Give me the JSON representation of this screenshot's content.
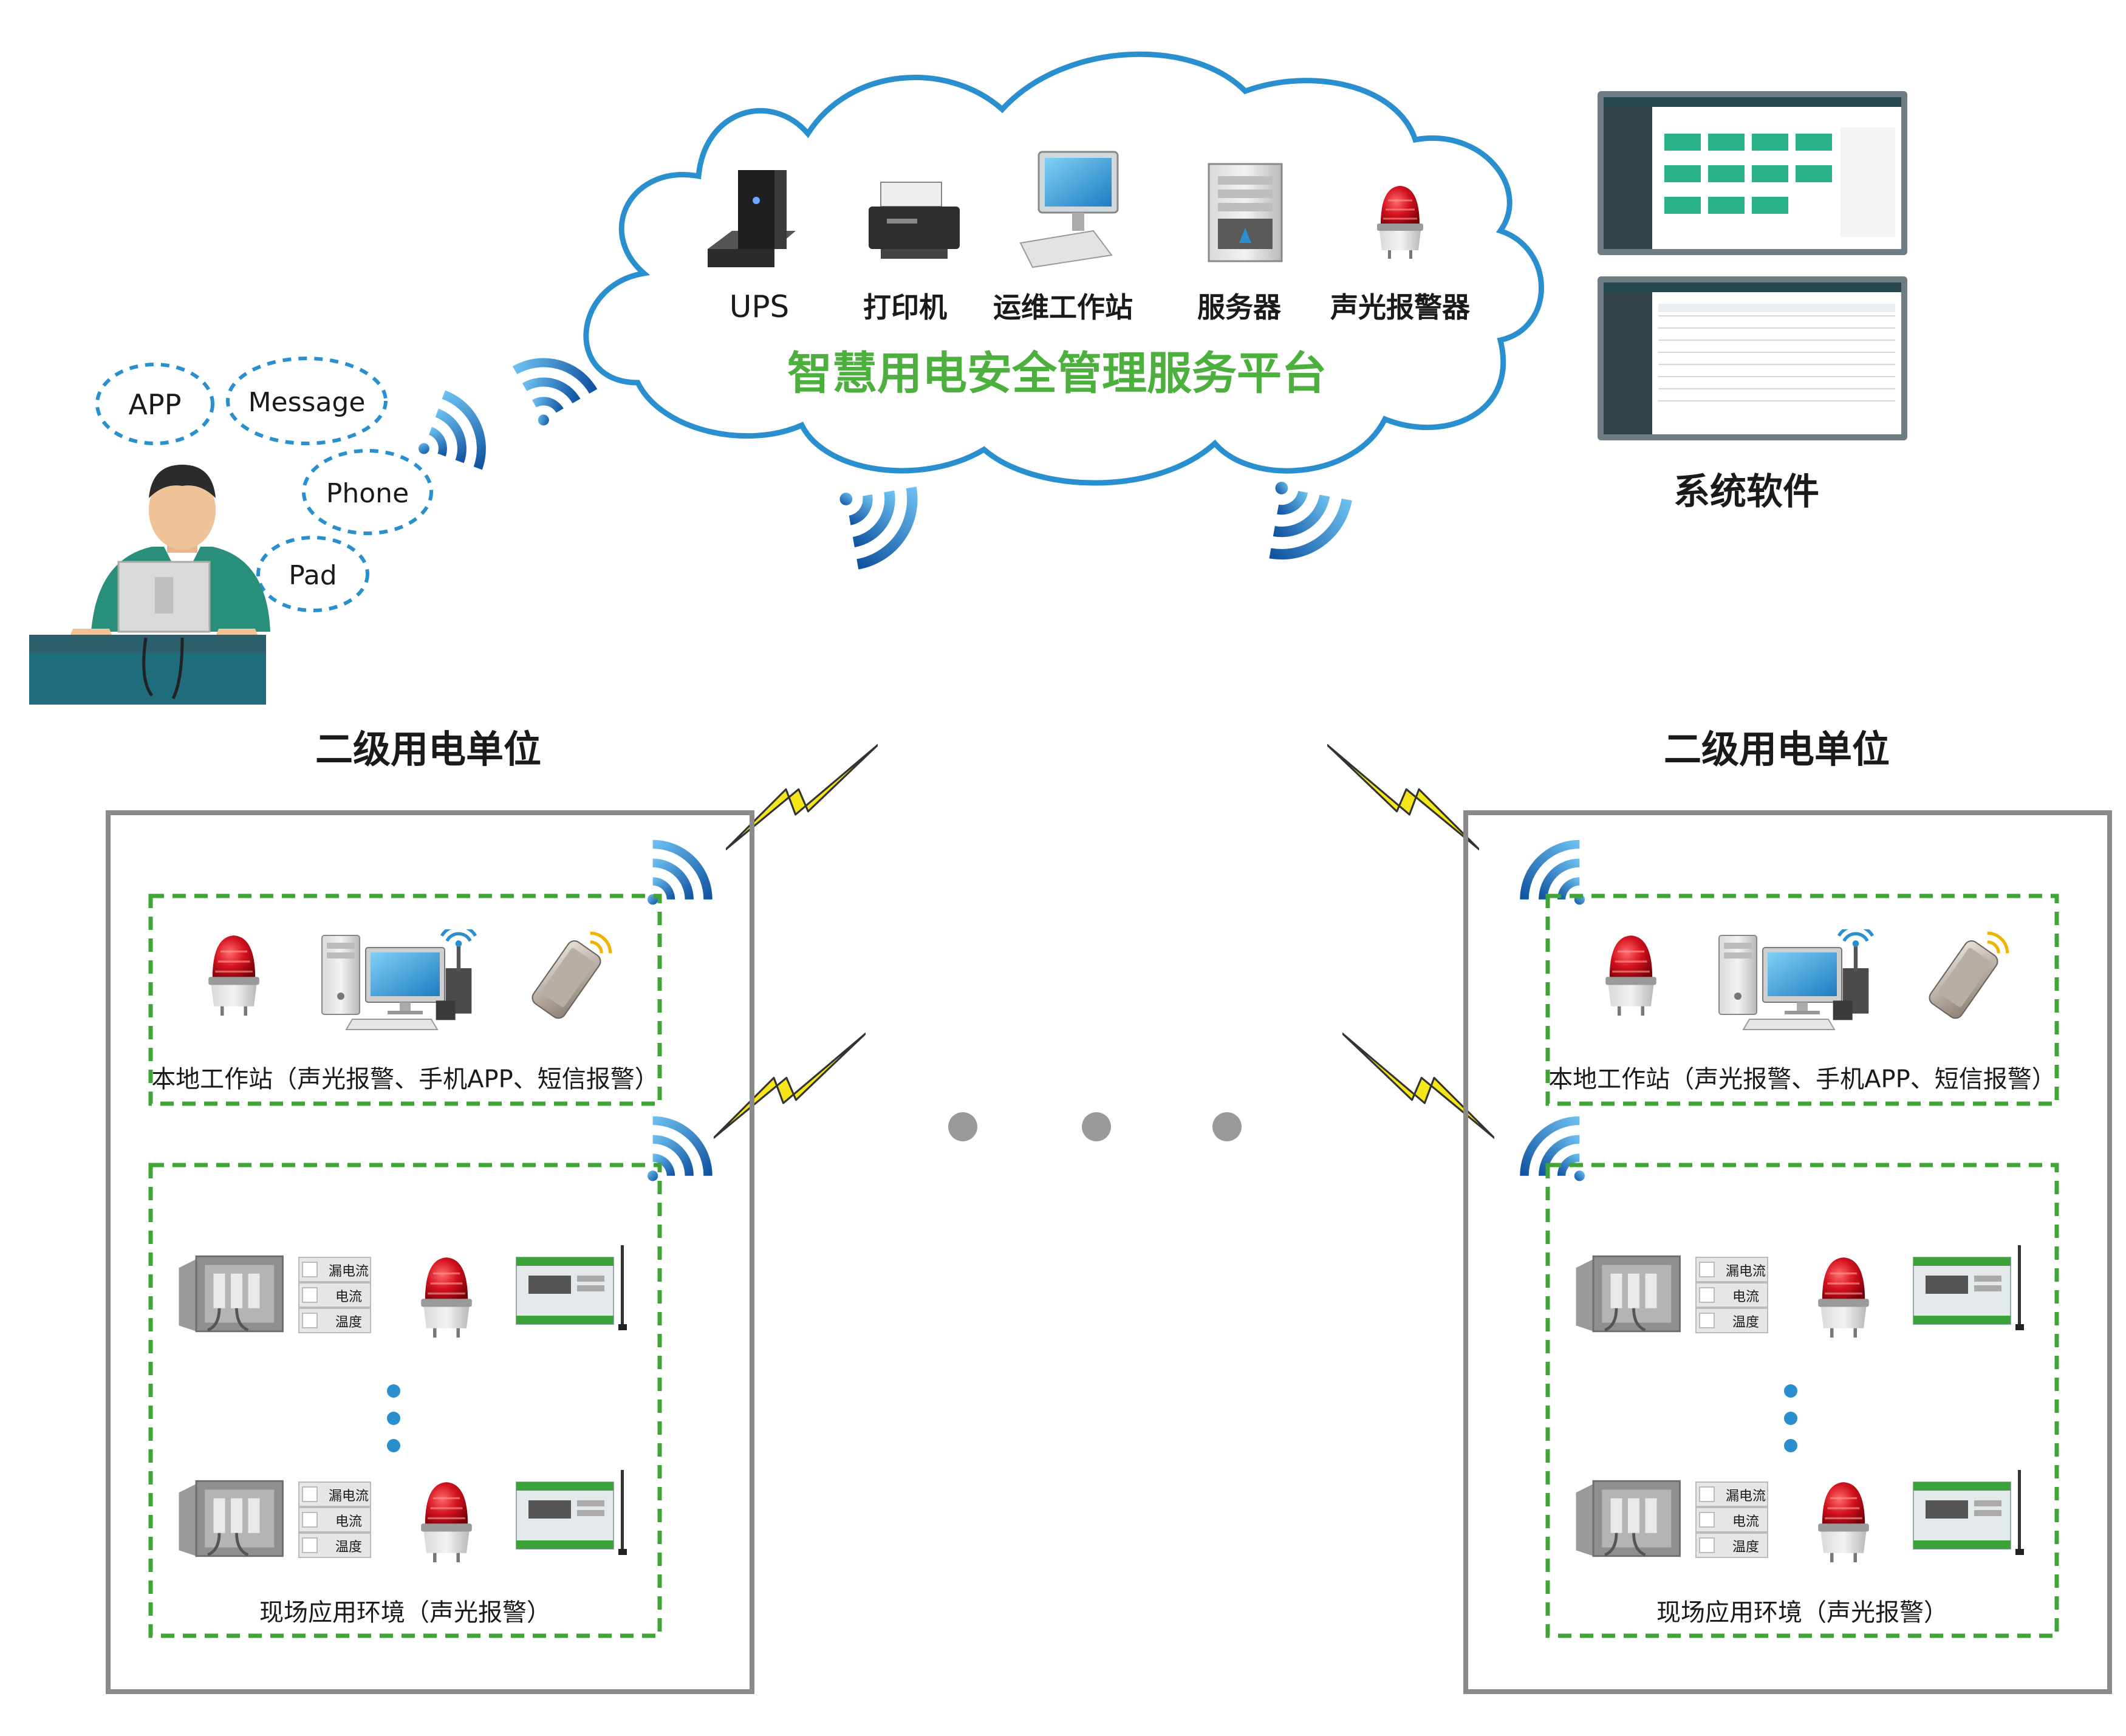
{
  "colors": {
    "cloud_stroke": "#2a8fcf",
    "platform_title": "#4db03e",
    "wifi": "#1d6fc0",
    "bolt": "#f5e61a",
    "dashed_box": "#3fa535",
    "unit_border": "#8a8a8a",
    "dots": "#9a9a9a",
    "vertical_dots": "#2a8fcf",
    "beacon_red": "#c8101c",
    "desk": "#1f6c7c"
  },
  "cloud": {
    "devices": [
      {
        "label": "UPS",
        "icon": "ups-icon"
      },
      {
        "label": "打印机",
        "icon": "printer-icon"
      },
      {
        "label": "运维工作站",
        "icon": "workstation-icon"
      },
      {
        "label": "服务器",
        "icon": "server-icon"
      },
      {
        "label": "声光报警器",
        "icon": "beacon-icon"
      }
    ],
    "platform_title": "智慧用电安全管理服务平台"
  },
  "clients": {
    "bubbles": [
      "APP",
      "Message",
      "Phone",
      "Pad"
    ]
  },
  "software": {
    "label": "系统软件"
  },
  "units": [
    {
      "title": "二级用电单位",
      "workstation_caption": "本地工作站（声光报警、手机APP、短信报警）",
      "field_caption": "现场应用环境（声光报警）",
      "sensor_tags": [
        "漏电流",
        "电流",
        "温度"
      ]
    },
    {
      "title": "二级用电单位",
      "workstation_caption": "本地工作站（声光报警、手机APP、短信报警）",
      "field_caption": "现场应用环境（声光报警）",
      "sensor_tags": [
        "漏电流",
        "电流",
        "温度"
      ]
    }
  ]
}
